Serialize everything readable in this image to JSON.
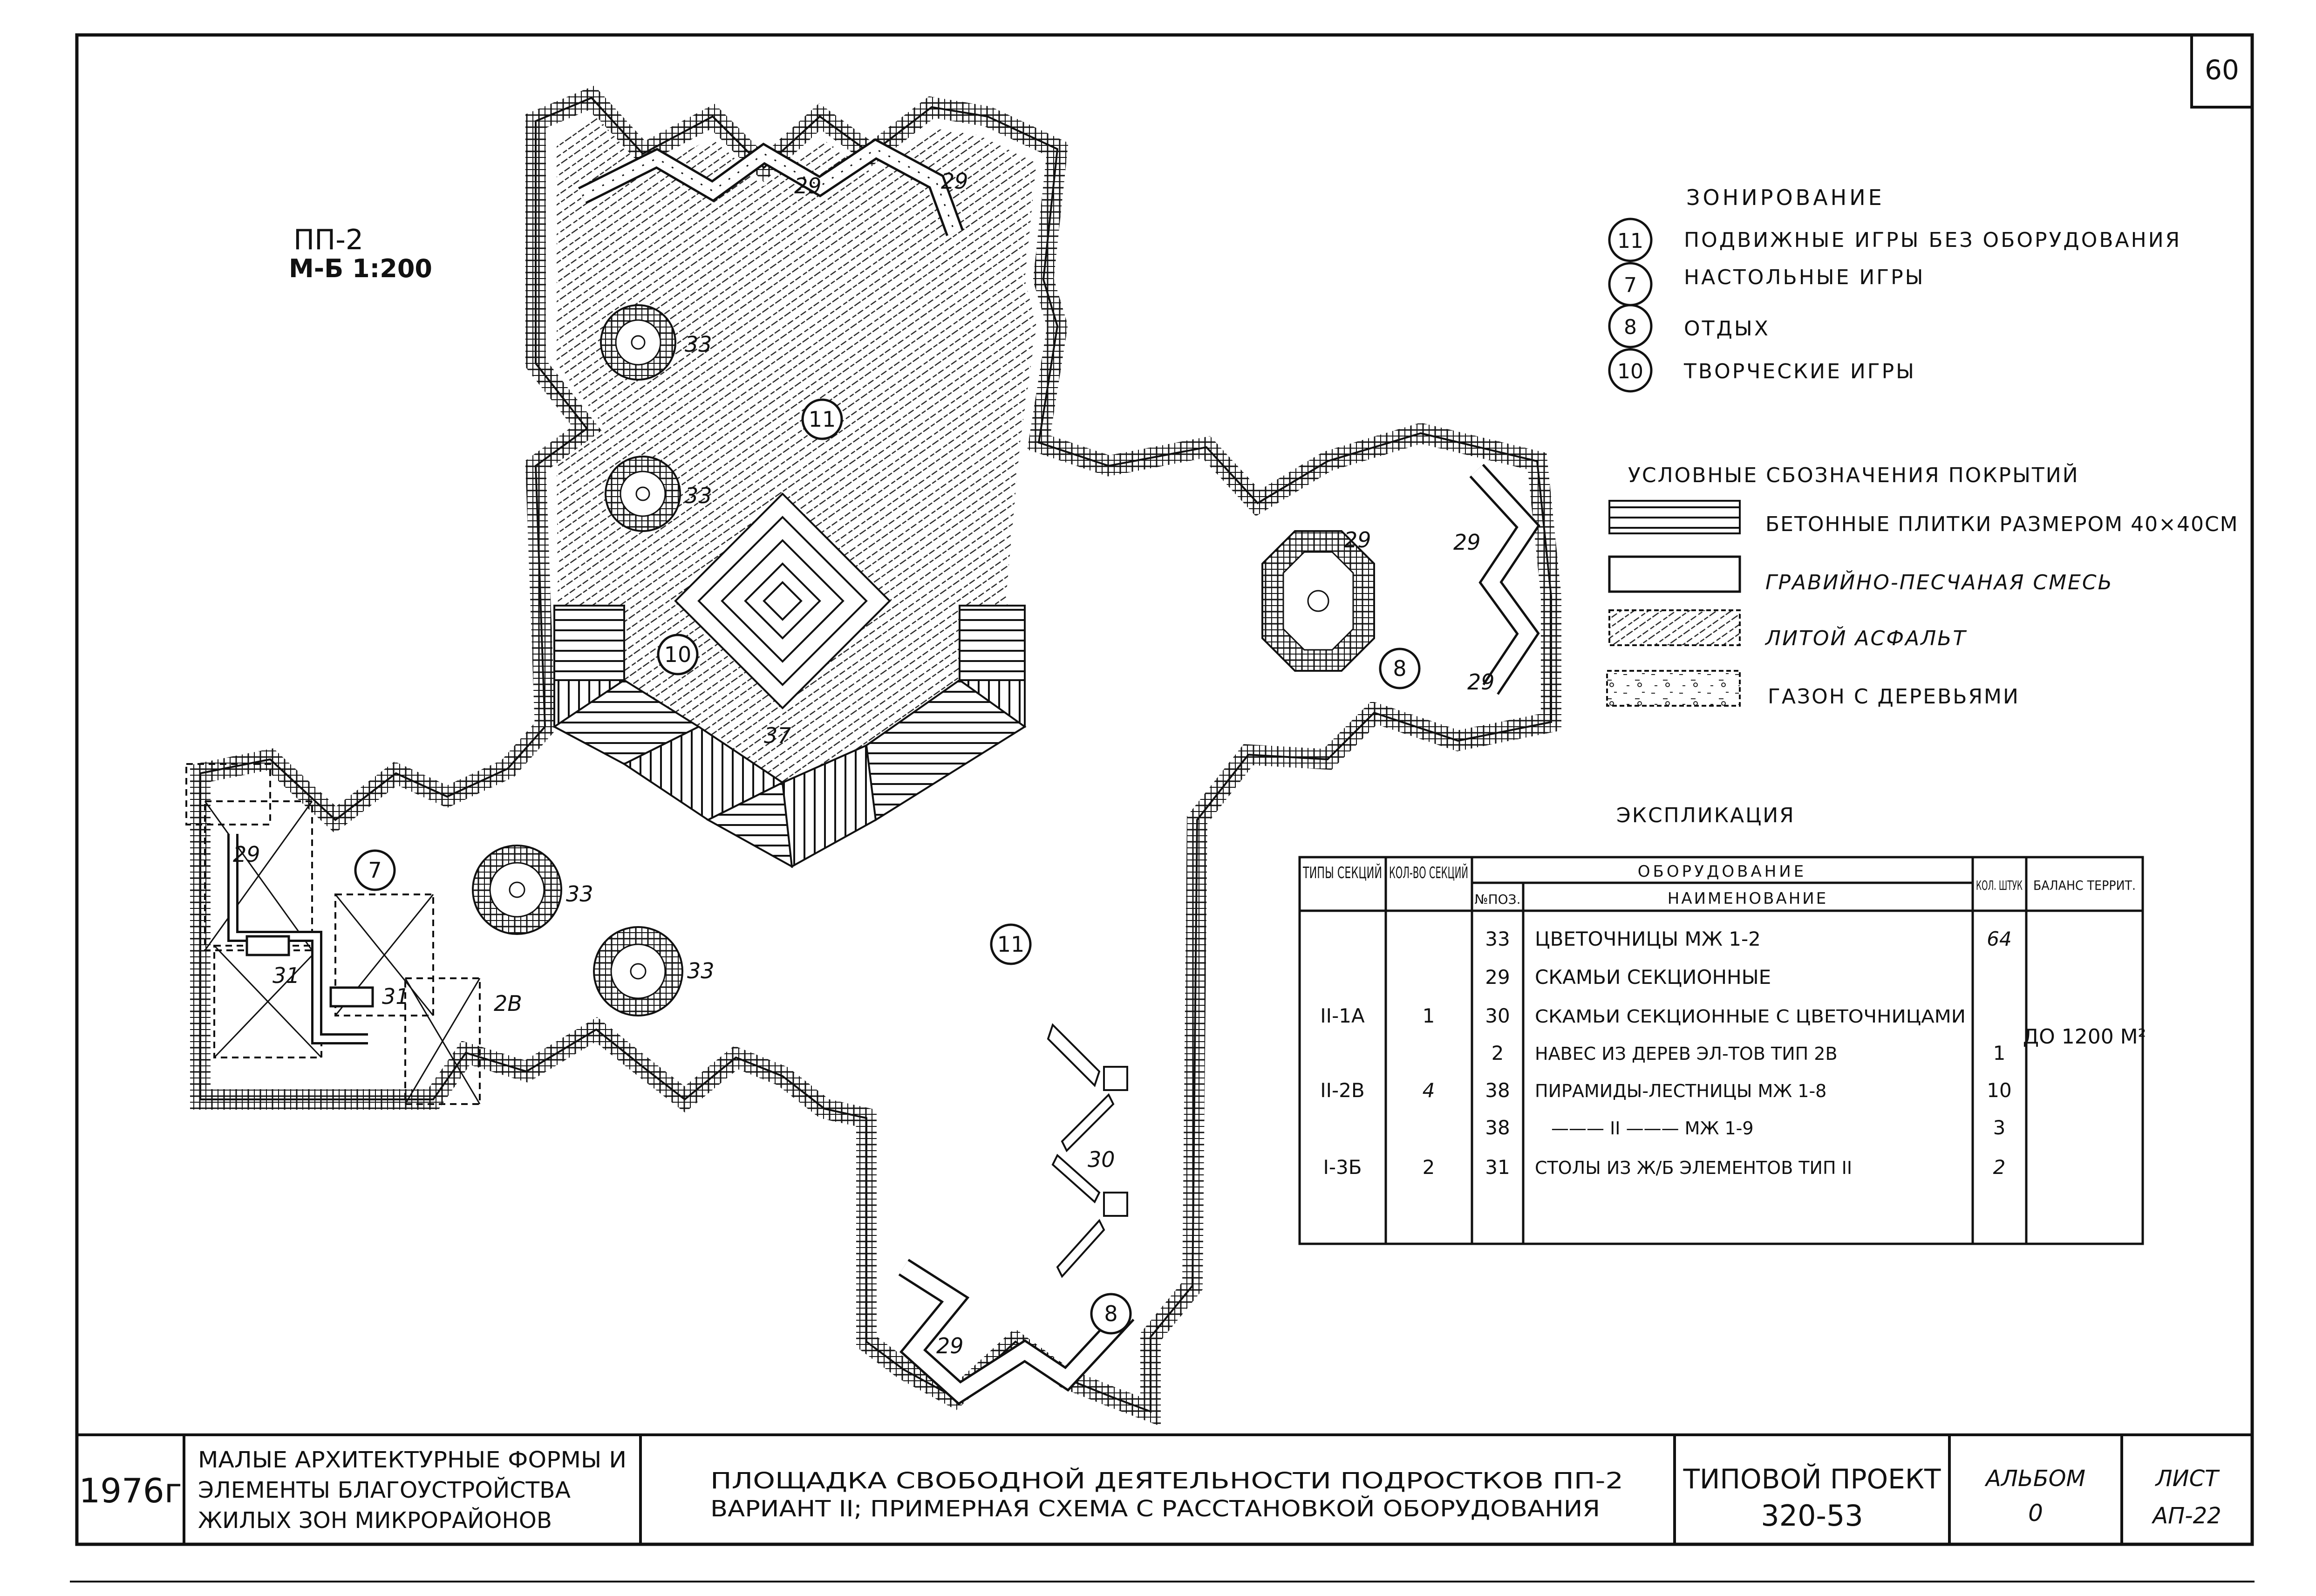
{
  "sheet_number": "60",
  "plan": {
    "code": "ПП-2",
    "scale": "М-Б 1:200",
    "labels": {
      "l29a": "29",
      "l29b": "29",
      "l33a": "33",
      "l33b": "33",
      "l11a": "11",
      "l10": "10",
      "l37": "37",
      "l29c": "29",
      "l29d": "29",
      "l29e": "29",
      "l8a": "8",
      "l29f": "29",
      "l7": "7",
      "l33c": "33",
      "l33d": "33",
      "l31a": "31",
      "l31b": "31",
      "l28": "2В",
      "l11b": "11",
      "l30": "30",
      "l8b": "8",
      "l29g": "29"
    }
  },
  "zoning": {
    "title": "ЗОНИРОВАНИЕ",
    "items": [
      {
        "num": "11",
        "text": "ПОДВИЖНЫЕ ИГРЫ БЕЗ ОБОРУДОВАНИЯ"
      },
      {
        "num": "7",
        "text": "НАСТОЛЬНЫЕ ИГРЫ"
      },
      {
        "num": "8",
        "text": "ОТДЫХ"
      },
      {
        "num": "10",
        "text": "ТВОРЧЕСКИЕ ИГРЫ"
      }
    ]
  },
  "legend": {
    "title": "УСЛОВНЫЕ СБОЗНАЧЕНИЯ ПОКРЫТИЙ",
    "items": [
      {
        "text": "БЕТОННЫЕ ПЛИТКИ РАЗМЕРОМ 40×40СМ"
      },
      {
        "text": "ГРАВИЙНО-ПЕСЧАНАЯ СМЕСЬ"
      },
      {
        "text": "ЛИТОЙ АСФАЛЬТ"
      },
      {
        "text": "ГАЗОН С ДЕРЕВЬЯМИ"
      }
    ]
  },
  "explication": {
    "title": "ЭКСПЛИКАЦИЯ",
    "headers": {
      "types": "ТИПЫ СЕКЦИЙ",
      "count": "КОЛ-ВО СЕКЦИЙ",
      "equipment": "ОБОРУДОВАНИЕ",
      "pos": "№ПОЗ.",
      "name": "НАИМЕНОВАНИЕ",
      "qty": "КОЛ. ШТУК",
      "balance": "БАЛАНС ТЕРРИТ."
    },
    "rows": [
      {
        "type": "",
        "count": "",
        "pos": "33",
        "name": "ЦВЕТОЧНИЦЫ МЖ 1-2",
        "qty": "64"
      },
      {
        "type": "",
        "count": "",
        "pos": "29",
        "name": "СКАМЬИ СЕКЦИОННЫЕ",
        "qty": ""
      },
      {
        "type": "II-1А",
        "count": "1",
        "pos": "30",
        "name": "СКАМЬИ СЕКЦИОННЫЕ С ЦВЕТОЧНИЦАМИ",
        "qty": ""
      },
      {
        "type": "",
        "count": "",
        "pos": "2",
        "name": "НАВЕС ИЗ ДЕРЕВ ЭЛ-ТОВ ТИП 2В",
        "qty": "1"
      },
      {
        "type": "II-2В",
        "count": "4",
        "pos": "38",
        "name": "ПИРАМИДЫ-ЛЕСТНИЦЫ МЖ 1-8",
        "qty": "10"
      },
      {
        "type": "",
        "count": "",
        "pos": "38",
        "name": "——— II ——— МЖ 1-9",
        "qty": "3"
      },
      {
        "type": "I-3Б",
        "count": "2",
        "pos": "31",
        "name": "СТОЛЫ ИЗ Ж/Б ЭЛЕМЕНТОВ ТИП II",
        "qty": "2"
      }
    ],
    "balance": "ДО 1200 М²"
  },
  "title_block": {
    "year": "1976г",
    "series": "МАЛЫЕ АРХИТЕКТУРНЫЕ ФОРМЫ И ЭЛЕМЕНТЫ БЛАГОУСТРОЙСТВА ЖИЛЫХ ЗОН МИКРОРАЙОНОВ",
    "series_l1": "МАЛЫЕ АРХИТЕКТУРНЫЕ ФОРМЫ И",
    "series_l2": "ЭЛЕМЕНТЫ БЛАГОУСТРОЙСТВА",
    "series_l3": "ЖИЛЫХ ЗОН МИКРОРАЙОНОВ",
    "desc_l1": "ПЛОЩАДКА СВОБОДНОЙ ДЕЯТЕЛЬНОСТИ ПОДРОСТКОВ ПП-2",
    "desc_l2": "ВАРИАНТ II; ПРИМЕРНАЯ СХЕМА С РАССТАНОВКОЙ ОБОРУДОВАНИЯ",
    "project_label": "ТИПОВОЙ ПРОЕКТ",
    "project_num": "320-53",
    "album_label": "АЛЬБОМ",
    "album_num": "0",
    "sheet_label": "ЛИСТ",
    "sheet_num": "АП-22"
  }
}
